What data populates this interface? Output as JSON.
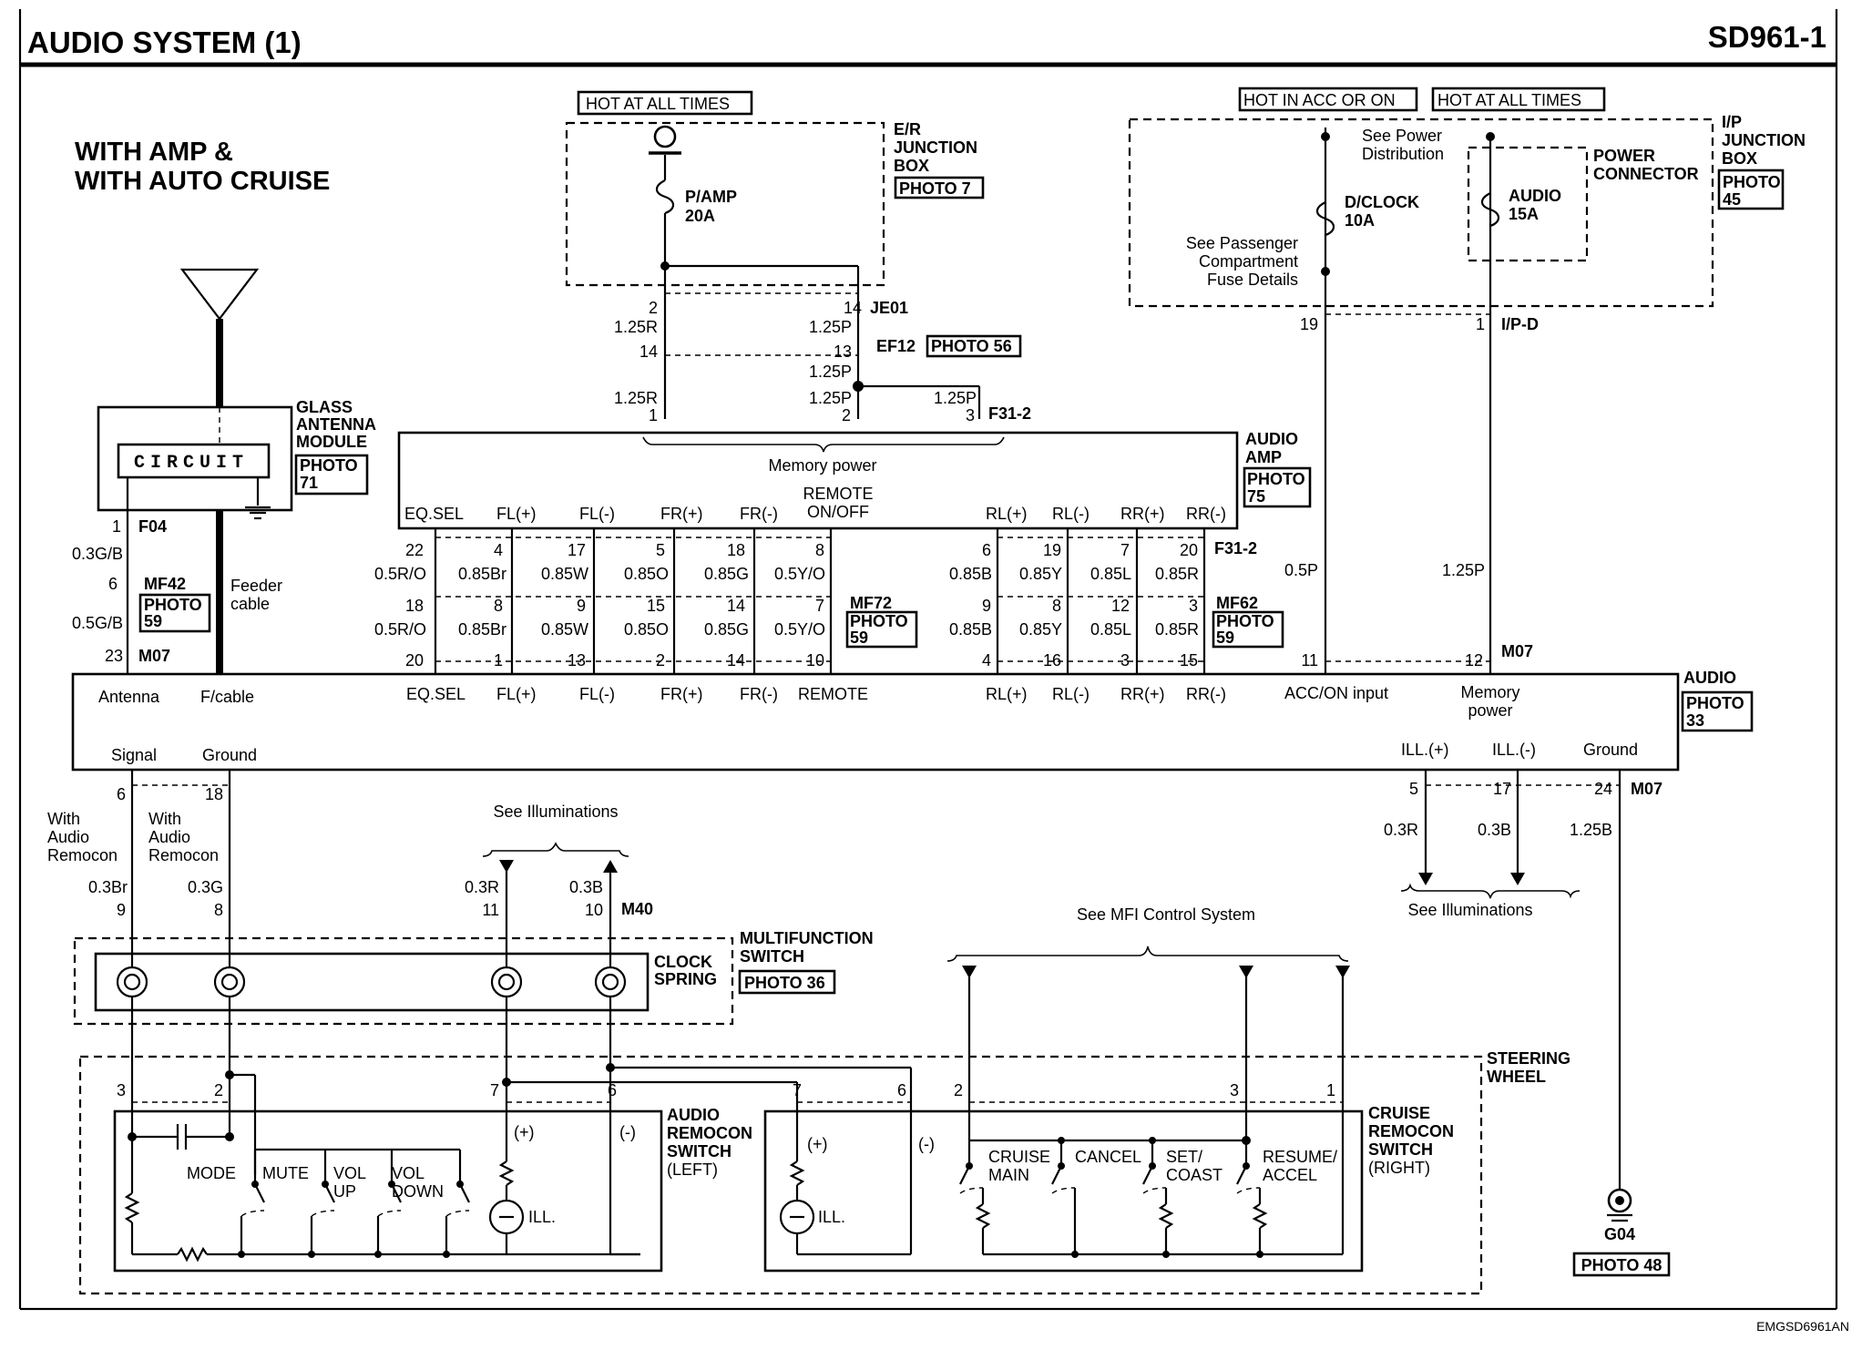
{
  "header": {
    "title": "AUDIO SYSTEM (1)",
    "code": "SD961-1"
  },
  "subtitle": {
    "line1": "WITH AMP &",
    "line2": "WITH AUTO CRUISE"
  },
  "footer": {
    "ref": "EMGSD6961AN"
  },
  "power": {
    "hot_all_times_1": "HOT AT ALL TIMES",
    "hot_acc_on": "HOT IN ACC OR ON",
    "hot_all_times_2": "HOT AT ALL TIMES",
    "er_box": [
      "E/R",
      "JUNCTION",
      "BOX"
    ],
    "er_photo": "PHOTO 7",
    "pamp_fuse": [
      "P/AMP",
      "20A"
    ],
    "ip_box": [
      "I/P",
      "JUNCTION",
      "BOX"
    ],
    "ip_photo": [
      "PHOTO",
      "45"
    ],
    "power_connector": [
      "POWER",
      "CONNECTOR"
    ],
    "see_power_dist": [
      "See Power",
      "Distribution"
    ],
    "dclock_fuse": [
      "D/CLOCK",
      "10A"
    ],
    "audio_fuse": [
      "AUDIO",
      "15A"
    ],
    "see_passenger": [
      "See Passenger",
      "Compartment",
      "Fuse Details"
    ]
  },
  "connectors": {
    "je01": "JE01",
    "ef12": "EF12",
    "ef12_photo": "PHOTO 56",
    "f31_2": "F31-2",
    "ipd": "I/P-D",
    "f04": "F04",
    "mf42": "MF42",
    "m07": "M07",
    "mf72": "MF72",
    "mf62": "MF62",
    "m40": "M40",
    "g04": "G04",
    "photo": "PHOTO",
    "num59": "59",
    "photo48": "PHOTO 48"
  },
  "wires": {
    "r125": "1.25R",
    "p125": "1.25P",
    "p05": "0.5P",
    "b125": "1.25B",
    "gb03": "0.3G/B",
    "gb05": "0.5G/B",
    "ro05": "0.5R/O",
    "yo05": "0.5Y/O",
    "br085": "0.85Br",
    "w085": "0.85W",
    "o085": "0.85O",
    "g085": "0.85G",
    "b085": "0.85B",
    "y085": "0.85Y",
    "l085": "0.85L",
    "r085": "0.85R",
    "br03": "0.3Br",
    "g03": "0.3G",
    "r03": "0.3R",
    "b03": "0.3B"
  },
  "pins": {
    "p1": "1",
    "p2": "2",
    "p3": "3",
    "p4": "4",
    "p5": "5",
    "p6": "6",
    "p7": "7",
    "p8": "8",
    "p9": "9",
    "p10": "10",
    "p11": "11",
    "p12": "12",
    "p13": "13",
    "p14": "14",
    "p15": "15",
    "p16": "16",
    "p17": "17",
    "p18": "18",
    "p19": "19",
    "p20": "20",
    "p22": "22",
    "p23": "23",
    "p24": "24"
  },
  "amp": {
    "title": [
      "AUDIO",
      "AMP"
    ],
    "photo": [
      "PHOTO",
      "75"
    ],
    "memory_power": "Memory power",
    "remote_onoff": [
      "REMOTE",
      "ON/OFF"
    ],
    "pins": [
      "EQ.SEL",
      "FL(+)",
      "FL(-)",
      "FR(+)",
      "FR(-)",
      "RL(+)",
      "RL(-)",
      "RR(+)",
      "RR(-)"
    ]
  },
  "glass_antenna": {
    "title": [
      "GLASS",
      "ANTENNA",
      "MODULE"
    ],
    "photo": [
      "PHOTO",
      "71"
    ],
    "circuit": "CIRCUIT",
    "feeder": [
      "Feeder",
      "cable"
    ]
  },
  "audio_unit": {
    "title": "AUDIO",
    "photo": [
      "PHOTO",
      "33"
    ],
    "antenna": "Antenna",
    "fcable": "F/cable",
    "eqsel": "EQ.SEL",
    "remote": "REMOTE",
    "acc_on": "ACC/ON input",
    "memory": [
      "Memory",
      "power"
    ],
    "signal": "Signal",
    "ground": "Ground",
    "ill_plus": "ILL.(+)",
    "ill_minus": "ILL.(-)",
    "ground2": "Ground"
  },
  "remocon_note": [
    "With",
    "Audio",
    "Remocon"
  ],
  "see_illuminations": "See Illuminations",
  "see_mfi": "See MFI Control System",
  "multifunction": {
    "title": [
      "MULTIFUNCTION",
      "SWITCH"
    ],
    "photo": "PHOTO 36",
    "clock": [
      "CLOCK",
      "SPRING"
    ]
  },
  "steering_wheel": [
    "STEERING",
    "WHEEL"
  ],
  "audio_remocon": {
    "title": [
      "AUDIO",
      "REMOCON",
      "SWITCH",
      "(LEFT)"
    ],
    "mode": "MODE",
    "mute": "MUTE",
    "vol_up": [
      "VOL",
      "UP"
    ],
    "vol_down": [
      "VOL",
      "DOWN"
    ],
    "ill": "ILL.",
    "plus": "(+)",
    "minus": "(-)"
  },
  "cruise_remocon": {
    "title": [
      "CRUISE",
      "REMOCON",
      "SWITCH",
      "(RIGHT)"
    ],
    "cruise_main": [
      "CRUISE",
      "MAIN"
    ],
    "cancel": "CANCEL",
    "set_coast": [
      "SET/",
      "COAST"
    ],
    "resume_accel": [
      "RESUME/",
      "ACCEL"
    ],
    "ill": "ILL.",
    "plus": "(+)",
    "minus": "(-)"
  }
}
